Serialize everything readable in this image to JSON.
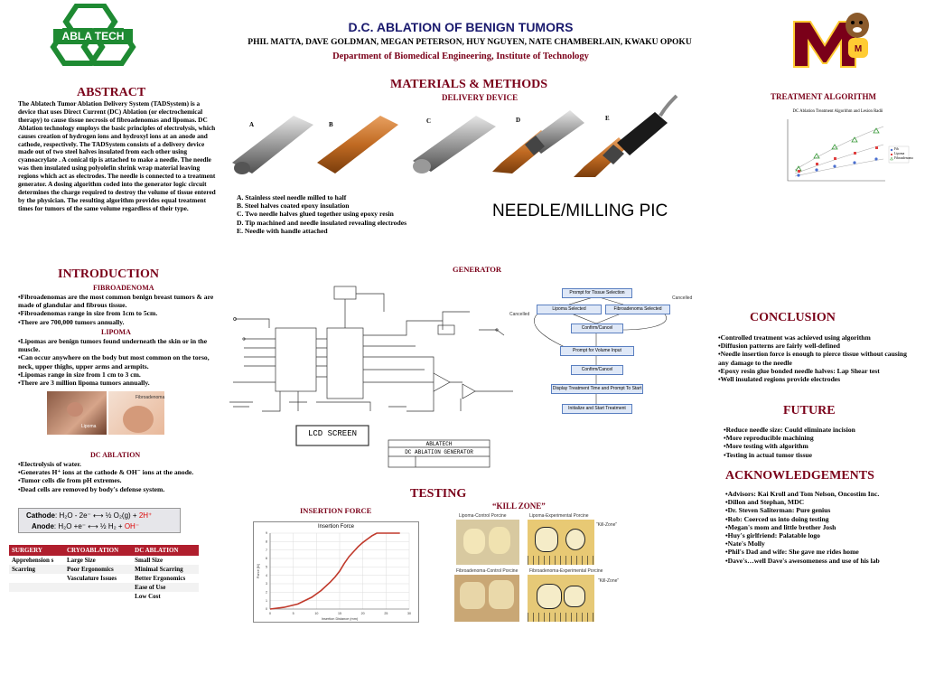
{
  "header": {
    "title": "D.C. ABLATION OF BENIGN TUMORS",
    "authors": "PHIL MATTA, DAVE GOLDMAN, MEGAN PETERSON, HUY NGUYEN, NATE CHAMBERLAIN, KWAKU OPOKU",
    "department": "Department of Biomedical Engineering, Institute of Technology",
    "logo_text": "ABLA TECH"
  },
  "abstract": {
    "title": "ABSTRACT",
    "text": "The Ablatech Tumor Ablation Delivery System (TADSystem) is a device that uses Direct Current (DC) Ablation (or electrochemical therapy) to cause tissue necrosis of fibroadenomas and lipomas. DC Ablation technology employs the basic principles of electrolysis, which causes creation of hydrogen ions and hydroxyl ions at an anode and cathode, respectively. The TADSystem consists of a delivery device made out of two steel halves insulated from each other using cyanoacrylate . A conical tip is attached to make a needle. The needle was then insulated using polyolefin shrink wrap material leaving regions which act as electrodes. The needle is connected to a treatment generator.  A dosing algorithm coded into the generator logic circuit determines the charge required to destroy the volume of tissue entered by the physician.  The resulting algorithm provides equal treatment times for tumors of the same volume regardless of their type."
  },
  "introduction": {
    "title": "INTRODUCTION",
    "fibro_title": "FIBROADENOMA",
    "fibro_items": [
      "•Fibroadenomas are the most common benign breast tumors  & are made of glandular and fibrous tissue.",
      "•Fibroadenomas range in size from 1cm to 5cm.",
      "•There are 700,000 tumors annually."
    ],
    "lipoma_title": "LIPOMA",
    "lipoma_items": [
      "•Lipomas are benign tumors found underneath the skin or in the muscle.",
      "•Can occur anywhere on the body but most common on the torso, neck, upper thighs, upper arms and armpits.",
      "•Lipomas range in size from 1 cm  to 3 cm.",
      "•There are 3 million lipoma tumors annually."
    ],
    "img_label_lipoma": "Lipoma",
    "img_label_fibro": "Fibroadenoma"
  },
  "dc_ablation": {
    "title": "DC ABLATION",
    "items": [
      "•Electrolysis of water.",
      "•Generates H⁺ ions at the cathode  & OH⁻ ions at the anode.",
      "•Tumor cells die from pH extremes.",
      "•Dead cells are removed by body's defense system."
    ],
    "cathode_label": "Cathode",
    "cathode_eq": ": H₂O - 2e⁻ ⟷ ½ O₂(g) + ",
    "cathode_ion": "2H⁺",
    "anode_label": "Anode",
    "anode_eq": ": H₂O +e⁻ ⟷ ½ H₂ + ",
    "anode_ion": "OH⁻"
  },
  "comparison_table": {
    "headers": [
      "SURGERY",
      "CRYOABLATION",
      "DC ABLATION"
    ],
    "rows": [
      [
        "Apprehension s",
        "Large Size",
        "Small Size"
      ],
      [
        "Scarring",
        "Poor Ergonomics",
        "Minimal Scarring"
      ],
      [
        "",
        "Vasculature Issues",
        "Better Ergonomics"
      ],
      [
        "",
        "",
        "Ease of Use"
      ],
      [
        "",
        "",
        "Low Cost"
      ]
    ]
  },
  "materials": {
    "title": "MATERIALS & METHODS",
    "subtitle": "DELIVERY DEVICE",
    "needle_labels": [
      "A",
      "B",
      "C",
      "D",
      "E"
    ],
    "steps": [
      "A.  Stainless steel needle milled to half",
      "B.  Steel halves coated epoxy insulation",
      "C.  Two needle halves glued together using epoxy resin",
      "D.  Tip machined and needle insulated revealing electrodes",
      "E.  Needle with handle attached"
    ],
    "needle_pic_label": "NEEDLE/MILLING PIC",
    "generator_title": "GENERATOR",
    "lcd_label": "LCD SCREEN",
    "title_block": [
      "ABLATECH",
      "DC ABLATION GENERATOR"
    ]
  },
  "flowchart": {
    "boxes": [
      "Prompt for Tissue Selection",
      "Lipoma Selected",
      "Fibroadenoma Selected",
      "Confirm/Cancel",
      "Prompt for Volume Input",
      "Confirm/Cancel",
      "Display Treatment Time and Prompt To Start",
      "Initialize and Start Treatment"
    ],
    "cancel_left": "Cancelled",
    "cancel_right": "Cancelled"
  },
  "treatment": {
    "title": "TREATMENT ALGORITHM",
    "chart_title": "DC Ablation Treatment Algorithm and Lesion Radii",
    "legend": [
      "Fib",
      "Lipoma",
      "Fibroadenoma"
    ]
  },
  "testing": {
    "title": "TESTING",
    "insertion_title": "INSERTION FORCE",
    "kill_zone_title": "“KILL ZONE”",
    "photo_labels": [
      "Lipoma-Control Porcine",
      "Lipoma-Experimental Porcine",
      "Fibroadenoma-Control Porcine",
      "Fibroadenoma-Experimental Porcine"
    ],
    "kill_zone_note": "“Kill-Zone”"
  },
  "chart_data": {
    "type": "line",
    "title": "Insertion Force",
    "xlabel": "Insertion Distance (mm)",
    "ylabel": "Force (N)",
    "xlim": [
      0,
      30
    ],
    "ylim": [
      0,
      9
    ],
    "x": [
      0,
      3,
      6,
      9,
      11,
      13,
      14,
      15,
      16,
      17,
      18,
      19,
      20,
      21,
      22,
      23,
      24,
      25,
      26,
      27,
      28
    ],
    "y": [
      0,
      0.2,
      0.6,
      1.4,
      2.2,
      3.2,
      3.8,
      4.5,
      5.4,
      6.2,
      6.8,
      7.4,
      7.9,
      8.3,
      8.7,
      9.0,
      9.0,
      9.0,
      9.0,
      9.0,
      9.0
    ],
    "xticks": [
      0,
      5,
      10,
      15,
      20,
      25,
      30
    ],
    "yticks": [
      0,
      1,
      2,
      3,
      4,
      5,
      6,
      7,
      8,
      9
    ],
    "color": "#c0392b",
    "grid": true
  },
  "conclusion": {
    "title": "CONCLUSION",
    "items": [
      "•Controlled treatment was achieved using algorithm",
      "•Diffusion patterns are fairly well-defined",
      "•Needle insertion force is enough to pierce tissue without causing any damage to the needle",
      "•Epoxy resin glue bonded needle halves: Lap Shear test",
      "•Well insulated regions provide electrodes"
    ]
  },
  "future": {
    "title": "FUTURE",
    "items": [
      "•Reduce needle size: Could eliminate incision",
      "•More reproducible machining",
      "•More testing with algorithm",
      "•Testing in actual tumor tissue"
    ]
  },
  "acknowledgements": {
    "title": "ACKNOWLEDGEMENTS",
    "items": [
      "•Advisors: Kai Kroll and Tom Nelson, Oncostim Inc.",
      "•Dillon and Stephan, MDC",
      "•Dr. Steven Saliterman: Pure genius",
      "•Rob: Coerced us into doing testing",
      "•Megan's mom and little brother Josh",
      "•Huy's girlfriend: Palatable logo",
      "•Nate's Molly",
      "•Phil's Dad and wife: She gave me rides home",
      "•Dave's…well Dave's awesomeness and use of his lab"
    ]
  },
  "colors": {
    "maroon": "#7a0019",
    "gold": "#ffcc33",
    "green": "#2e8b3a",
    "table_header": "#b01e2d"
  }
}
